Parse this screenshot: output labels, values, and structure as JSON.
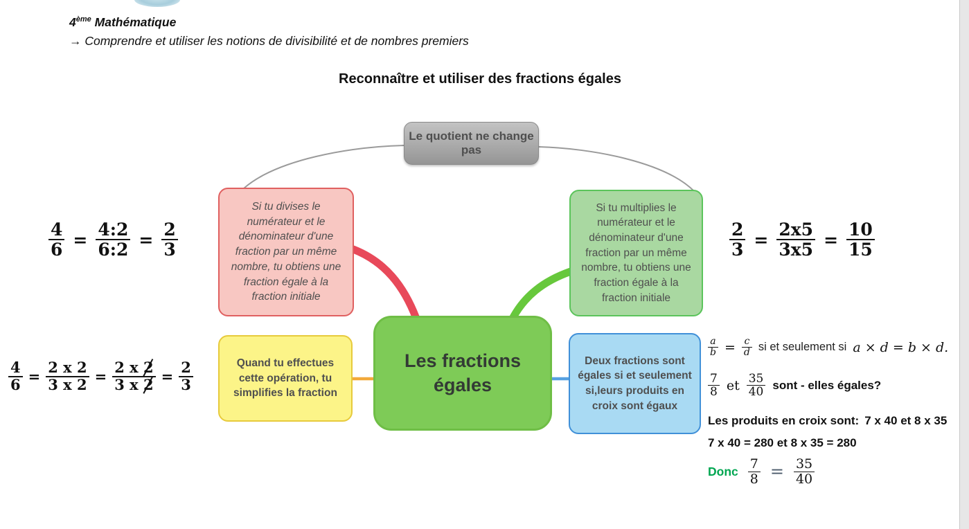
{
  "page": {
    "header": {
      "grade": "4",
      "grade_suffix": "ème",
      "subject": "Mathématique",
      "objective": "→ Comprendre et utiliser les notions de divisibilité et de nombres premiers"
    },
    "title": "Reconnaître et utiliser des fractions égales"
  },
  "mindmap": {
    "center_label": "Les fractions égales",
    "top_node": "Le quotient ne change pas",
    "divide_node": "Si tu divises le numérateur et le dénominateur d'une fraction par un même nombre, tu obtiens une fraction égale à la fraction initiale",
    "multiply_node": "Si tu multiplies le numérateur et le dénominateur d'une fraction par un même nombre, tu obtiens une fraction égale à la fraction initiale",
    "simplify_node": "Quand tu effectues cette opération, tu simplifies la fraction",
    "cross_node": "Deux fractions sont égales si et seulement si,leurs produits en croix sont égaux"
  },
  "symbols": {
    "eq": "=",
    "et": "et"
  },
  "formulas": {
    "divide": {
      "f1": {
        "num": "4",
        "den": "6"
      },
      "f2": {
        "num": "4:2",
        "den": "6:2"
      },
      "f3": {
        "num": "2",
        "den": "3"
      }
    },
    "simplify": {
      "f1": {
        "num": "4",
        "den": "6"
      },
      "f2": {
        "num": "2 x 2",
        "den": "3 x 2"
      },
      "f3": {
        "num_pre": "2 x ",
        "num_struck": "2",
        "den_pre": "3 x ",
        "den_struck": "2"
      },
      "f4": {
        "num": "2",
        "den": "3"
      }
    },
    "multiply": {
      "f1": {
        "num": "2",
        "den": "3"
      },
      "f2": {
        "num": "2x5",
        "den": "3x5"
      },
      "f3": {
        "num": "10",
        "den": "15"
      }
    },
    "cross": {
      "rule_f1": {
        "num": "a",
        "den": "b"
      },
      "rule_f2": {
        "num": "c",
        "den": "d"
      },
      "rule_text": "si et seulement si",
      "rule_rhs": "a × d = b × d.",
      "q_f1": {
        "num": "7",
        "den": "8"
      },
      "q_f2": {
        "num": "35",
        "den": "40"
      },
      "q_text": "sont - elles égales?",
      "products_label": "Les produits en croix sont:",
      "products_value": "7 x 40  et 8 x 35",
      "products_result": "7 x 40 = 280 et 8 x 35 = 280",
      "conclusion_label": "Donc",
      "c_f1": {
        "num": "7",
        "den": "8"
      },
      "c_f2": {
        "num": "35",
        "den": "40"
      }
    }
  },
  "colors": {
    "center_green": "#7ecb57",
    "center_border": "#6fbe46",
    "center_text": "#333a35",
    "gray_node_top": "#c3c3c3",
    "gray_node_bottom": "#959595",
    "gray_node_border": "#8a8a8a",
    "pink_bg": "#f8c7c2",
    "pink_border": "#e06060",
    "green_bg": "#a9d8a1",
    "green_border": "#5bc45b",
    "yellow_bg": "#fcf488",
    "yellow_border": "#e7ca3c",
    "blue_bg": "#a9daf3",
    "blue_border": "#4090d8",
    "branch_red": "#e8495a",
    "branch_green": "#67c83c",
    "connector_yellow": "#f2a93b",
    "connector_blue": "#57a1e1",
    "curve_gray": "#9a9a9a",
    "donc_green": "#00a651",
    "node_text": "#4f4f4f"
  }
}
